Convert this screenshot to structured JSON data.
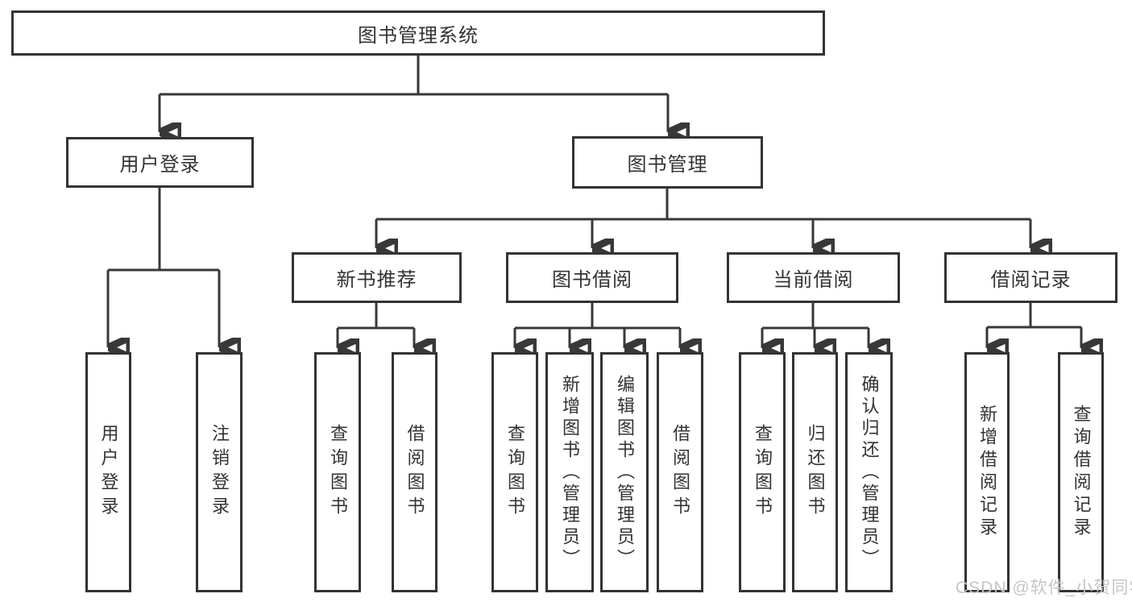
{
  "diagram": {
    "type": "tree",
    "title": "图书管理系统",
    "colors": {
      "line": "#383838",
      "node_border": "#333333",
      "node_fill": "#ffffff",
      "text": "#333333",
      "background": "#ffffff",
      "watermark": "#c3c5c7"
    },
    "tree": {
      "label": "图书管理系统",
      "children": [
        {
          "label": "用户登录",
          "children": [
            {
              "label": "用户登录"
            },
            {
              "label": "注销登录"
            }
          ]
        },
        {
          "label": "图书管理",
          "children": [
            {
              "label": "新书推荐",
              "children": [
                {
                  "label": "查询图书"
                },
                {
                  "label": "借阅图书"
                }
              ]
            },
            {
              "label": "图书借阅",
              "children": [
                {
                  "label": "查询图书"
                },
                {
                  "label": "新增图书（管理员）"
                },
                {
                  "label": "编辑图书（管理员）"
                },
                {
                  "label": "借阅图书"
                }
              ]
            },
            {
              "label": "当前借阅",
              "children": [
                {
                  "label": "查询图书"
                },
                {
                  "label": "归还图书"
                },
                {
                  "label": "确认归还（管理员）"
                }
              ]
            },
            {
              "label": "借阅记录",
              "children": [
                {
                  "label": "新增借阅记录"
                },
                {
                  "label": "查询借阅记录"
                }
              ]
            }
          ]
        }
      ]
    },
    "watermark": "CSDN @软件_小贺同学"
  }
}
